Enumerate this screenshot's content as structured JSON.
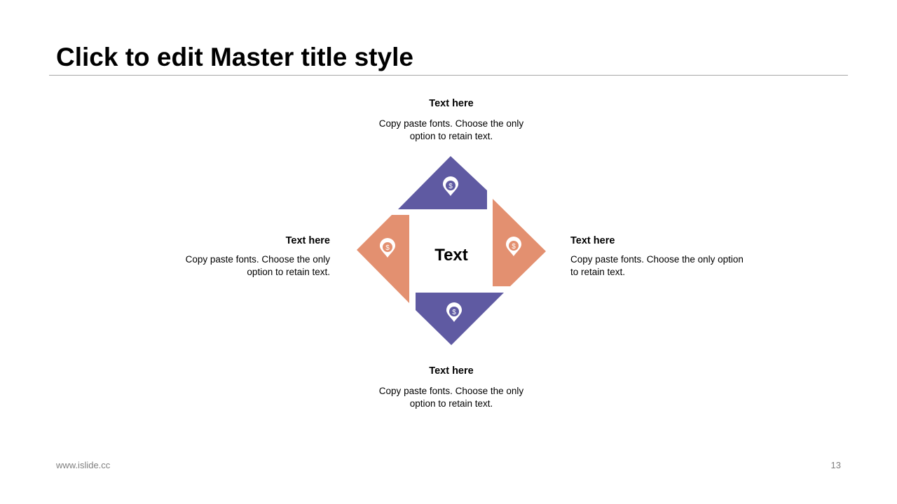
{
  "slide": {
    "title": "Click to edit Master title style",
    "footer_url": "www.islide.cc",
    "page_number": "13"
  },
  "diagram": {
    "center_label": "Text",
    "colors": {
      "purple": "#5f5aa2",
      "orange": "#e39070",
      "icon_fill": "#ffffff"
    },
    "icon": "dollar-location-pin-icon",
    "blocks": {
      "top": {
        "heading": "Text here",
        "line1": "Copy paste fonts. Choose the only",
        "line2": "option to retain text."
      },
      "left": {
        "heading": "Text here",
        "line1": "Copy paste fonts. Choose the only",
        "line2": "option to retain text."
      },
      "right": {
        "heading": "Text here",
        "line1": "Copy paste fonts. Choose the only option",
        "line2": "to retain text."
      },
      "bottom": {
        "heading": "Text here",
        "line1": "Copy paste fonts. Choose the only",
        "line2": "option to retain text."
      }
    }
  }
}
